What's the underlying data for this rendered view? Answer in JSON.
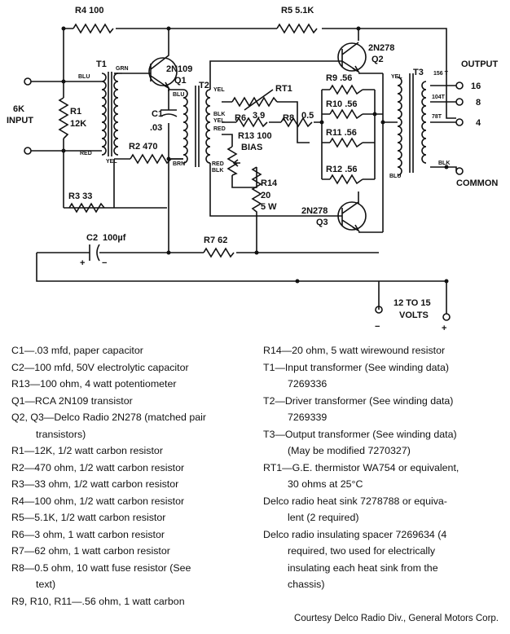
{
  "labels": {
    "r4": "R4 100",
    "r5": "R5 5.1K",
    "q1_type": "2N109",
    "q1": "Q1",
    "q2_type": "2N278",
    "q2": "Q2",
    "q3_type": "2N278",
    "q3": "Q3",
    "t1": "T1",
    "t2": "T2",
    "t3": "T3",
    "input_6k": "6K",
    "input": "INPUT",
    "r1": "R1",
    "r1_val": "12K",
    "c1": "C1",
    "c1_val": ".03",
    "r2": "R2 470",
    "r3": "R3 33",
    "rt1": "RT1",
    "r6": "R6",
    "r6_val": "3.9",
    "r8": "R8",
    "r8_val": "0.5",
    "r9": "R9 .56",
    "r10": "R10 .56",
    "r11": "R11 .56",
    "r12": "R12 .56",
    "r13": "R13 100",
    "bias": "BIAS",
    "r14": "R14",
    "r14_val": "20",
    "r14_w": "5 W",
    "c2": "C2",
    "c2_val": "100µf",
    "r7": "R7 62",
    "output": "OUTPUT",
    "out16": "16",
    "out8": "8",
    "out4": "4",
    "common": "COMMON",
    "tap156": "156 T",
    "tap104": "104T",
    "tap78": "78T",
    "supply1": "12 TO 15",
    "supply2": "VOLTS",
    "minus": "−",
    "plus": "+",
    "c2_plus": "+",
    "c2_minus": "−",
    "w_blu": "BLU",
    "w_grn": "GRN",
    "w_red": "RED",
    "w_yel": "YEL",
    "w_brn": "BRN",
    "w_blk": "BLK"
  },
  "parts_left": [
    "C1—.03 mfd, paper capacitor",
    "C2—100 mfd, 50V electrolytic capacitor",
    "R13—100 ohm, 4 watt potentiometer",
    "Q1—RCA 2N109 transistor",
    "Q2, Q3—Delco Radio 2N278 (matched pair",
    "transistors)",
    "R1—12K, 1/2 watt carbon resistor",
    "R2—470 ohm, 1/2 watt carbon resistor",
    "R3—33 ohm, 1/2 watt carbon resistor",
    "R4—100 ohm, 1/2 watt carbon resistor",
    "R5—5.1K, 1/2 watt carbon resistor",
    "R6—3 ohm, 1 watt carbon resistor",
    "R7—62 ohm, 1 watt carbon resistor",
    "R8—0.5 ohm, 10 watt fuse resistor (See",
    "text)",
    "R9, R10, R11—.56 ohm, 1 watt carbon"
  ],
  "parts_right": [
    "R14—20 ohm, 5 watt wirewound resistor",
    "T1—Input transformer (See winding data)",
    "7269336",
    "T2—Driver transformer (See winding data)",
    "7269339",
    "T3—Output transformer (See winding data)",
    "(May be modified 7270327)",
    "RT1—G.E. thermistor WA754 or equivalent,",
    "30 ohms at 25°C",
    "Delco radio heat sink 7278788 or equiva-",
    "lent (2 required)",
    "Delco radio insulating spacer 7269634 (4",
    "required, two used for electrically",
    "insulating each heat sink from the",
    "chassis)"
  ],
  "credit": "Courtesy Delco Radio Div., General Motors Corp."
}
